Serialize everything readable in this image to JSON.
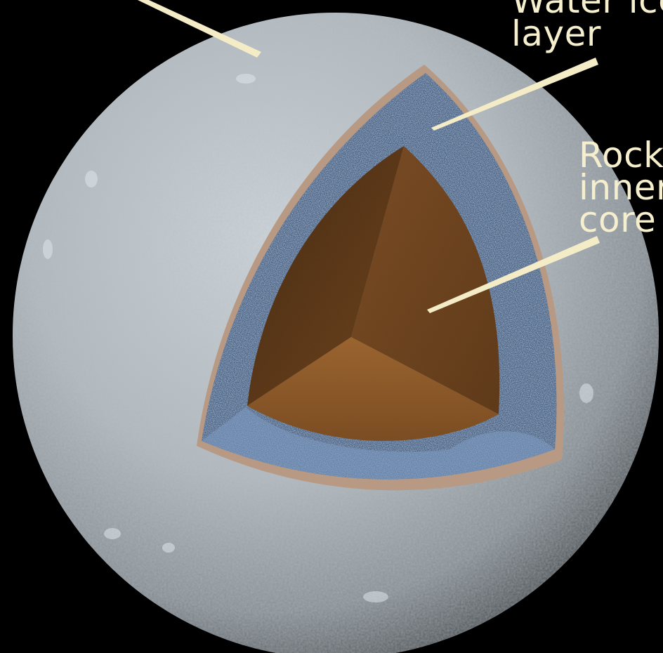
{
  "labels": {
    "water_ice_line1": "Water ice",
    "water_ice_line2": "layer",
    "rocky_line1": "Rocky",
    "rocky_line2": "inner",
    "rocky_line3": "core"
  },
  "colors": {
    "background": "#000000",
    "surface": "#b9c2c8",
    "surface_shadow": "#5d6469",
    "ice_layer": "#4b6386",
    "ice_layer_light": "#8fb3d8",
    "core": "#8a5428",
    "core_dark": "#4a2a12",
    "core_floor": "#a46a35",
    "label_text": "#f6efcd"
  }
}
